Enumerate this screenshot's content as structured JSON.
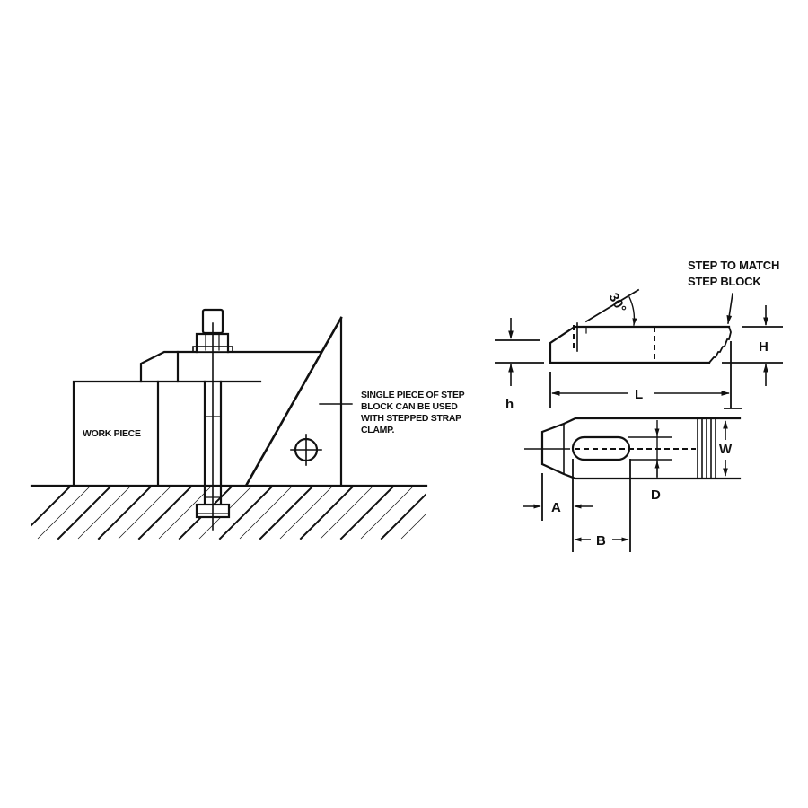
{
  "figure": {
    "left_view": {
      "workpiece_label": "WORK PIECE",
      "note_lines": [
        "SINGLE PIECE OF STEP",
        "BLOCK CAN BE USED",
        "WITH STEPPED STRAP",
        "CLAMP."
      ]
    },
    "right_view": {
      "callout_lines": [
        "STEP TO MATCH",
        "STEP BLOCK"
      ],
      "angle_label": "30°",
      "dimensions": {
        "h": "h",
        "H": "H",
        "L": "L",
        "W": "W",
        "D": "D",
        "A": "A",
        "B": "B"
      }
    }
  }
}
